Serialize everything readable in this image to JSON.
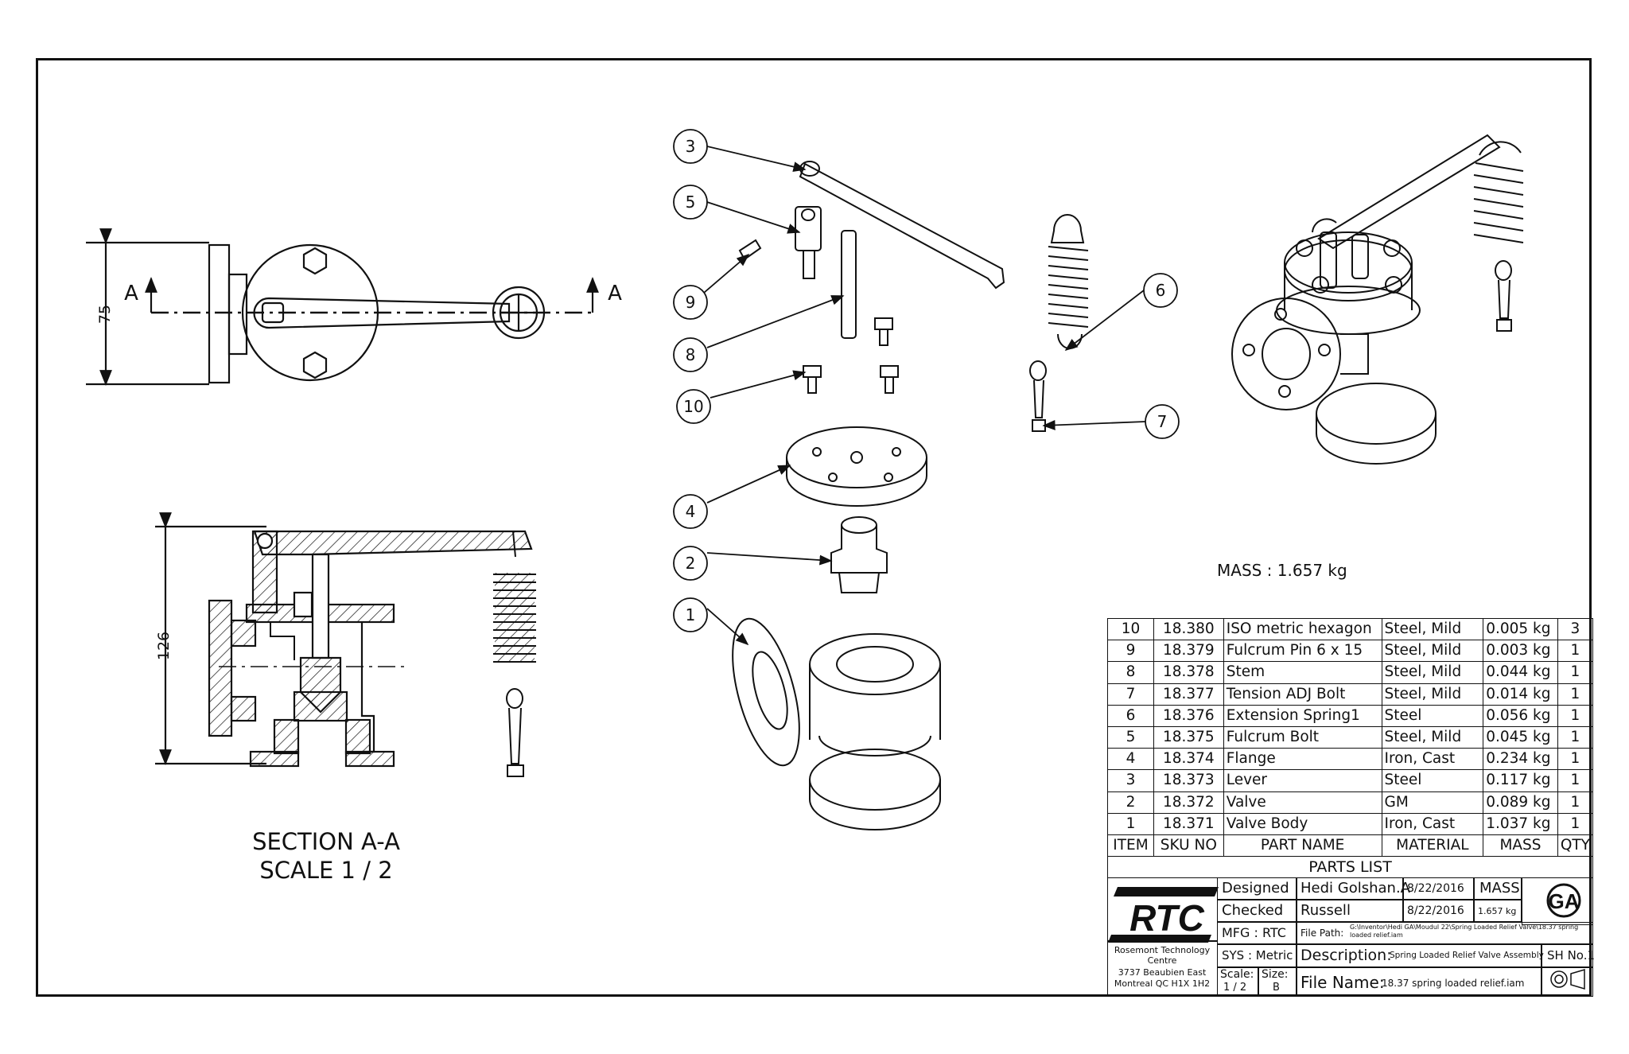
{
  "section": {
    "title": "SECTION A-A",
    "scale": "SCALE 1 / 2",
    "cut_letter": "A",
    "dim_top": "75",
    "dim_section": "126"
  },
  "balloons": [
    "3",
    "5",
    "9",
    "8",
    "10",
    "4",
    "2",
    "1",
    "6",
    "7"
  ],
  "mass_label": "MASS : 1.657 kg",
  "parts_list": {
    "title": "PARTS LIST",
    "headers": [
      "ITEM",
      "SKU NO",
      "PART NAME",
      "MATERIAL",
      "MASS",
      "QTY"
    ],
    "rows": [
      [
        "10",
        "18.380",
        "ISO metric hexagon",
        "Steel, Mild",
        "0.005 kg",
        "3"
      ],
      [
        "9",
        "18.379",
        "Fulcrum Pin 6 x 15",
        "Steel, Mild",
        "0.003 kg",
        "1"
      ],
      [
        "8",
        "18.378",
        "Stem",
        "Steel, Mild",
        "0.044 kg",
        "1"
      ],
      [
        "7",
        "18.377",
        "Tension ADJ Bolt",
        "Steel, Mild",
        "0.014 kg",
        "1"
      ],
      [
        "6",
        "18.376",
        "Extension Spring1",
        "Steel",
        "0.056 kg",
        "1"
      ],
      [
        "5",
        "18.375",
        "Fulcrum Bolt",
        "Steel, Mild",
        "0.045 kg",
        "1"
      ],
      [
        "4",
        "18.374",
        "Flange",
        "Iron, Cast",
        "0.234 kg",
        "1"
      ],
      [
        "3",
        "18.373",
        "Lever",
        "Steel",
        "0.117 kg",
        "1"
      ],
      [
        "2",
        "18.372",
        "Valve",
        "GM",
        "0.089 kg",
        "1"
      ],
      [
        "1",
        "18.371",
        "Valve Body",
        "Iron, Cast",
        "1.037 kg",
        "1"
      ]
    ]
  },
  "title_block": {
    "logo_text": "RTC",
    "company": "Rosemont Technology Centre",
    "address_line1": "3737 Beaubien East",
    "address_line2": "Montreal QC H1X 1H2",
    "designed_label": "Designed",
    "designed_by": "Hedi Golshan.A",
    "designed_date": "8/22/2016",
    "checked_label": "Checked",
    "checked_by": "Russell",
    "checked_date": "8/22/2016",
    "mass_label": "MASS",
    "mass_value": "1.657 kg",
    "mfg": "MFG : RTC",
    "sys": "SYS : Metric",
    "file_path_label": "File Path:",
    "file_path": "G:\\Inventor\\Hedi GA\\Moudul 22\\Spring Loaded Relief Valve\\18.37 spring loaded relief.iam",
    "description_label": "Description:",
    "description": "Spring Loaded Relief Valve Assembly",
    "sheet": "SH No.1",
    "scale_label": "Scale:",
    "scale_value": "1 / 2",
    "size_label": "Size:",
    "size_value": "B",
    "file_name_label": "File Name:",
    "file_name": "18.37 spring loaded relief.iam",
    "designer_mark": "GA"
  }
}
